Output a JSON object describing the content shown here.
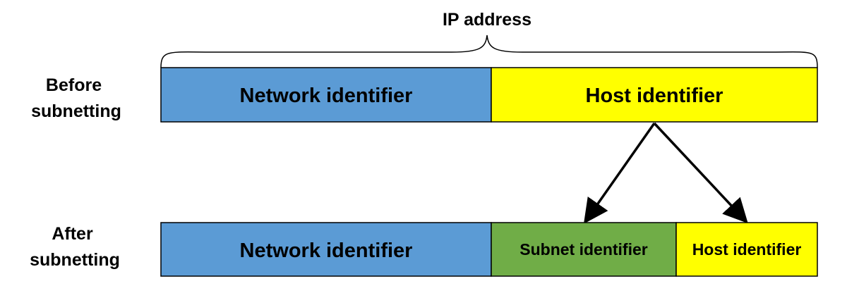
{
  "title": "IP address",
  "rows": [
    {
      "label_lines": [
        "Before",
        "subnetting"
      ],
      "segments": [
        {
          "label": "Network identifier",
          "color": "#5b9bd5"
        },
        {
          "label": "Host identifier",
          "color": "#ffff00"
        }
      ]
    },
    {
      "label_lines": [
        "After",
        "subnetting"
      ],
      "segments": [
        {
          "label": "Network identifier",
          "color": "#5b9bd5"
        },
        {
          "label": "Subnet identifier",
          "color": "#70ad47"
        },
        {
          "label": "Host identifier",
          "color": "#ffff00"
        }
      ]
    }
  ],
  "colors": {
    "outline": "#000000",
    "arrow": "#000000",
    "brace": "#000000"
  }
}
